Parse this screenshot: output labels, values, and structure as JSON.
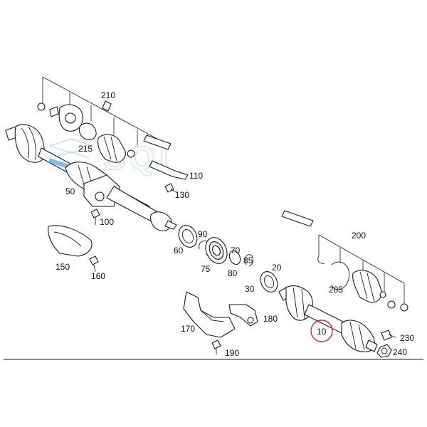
{
  "diagram": {
    "watermark_text": "SQI",
    "highlight_color": "#d62a2a",
    "callouts": {
      "c210": "210",
      "c215": "215",
      "c110": "110",
      "c130": "130",
      "c50": "50",
      "c100": "100",
      "c150": "150",
      "c160": "160",
      "c90": "90",
      "c60": "60",
      "c70": "70",
      "c75": "75",
      "c85": "85",
      "c80": "80",
      "c20": "20",
      "c30": "30",
      "c170": "170",
      "c180": "180",
      "c190": "190",
      "c200": "200",
      "c205": "205",
      "c10": "10",
      "c230": "230",
      "c240": "240"
    }
  }
}
